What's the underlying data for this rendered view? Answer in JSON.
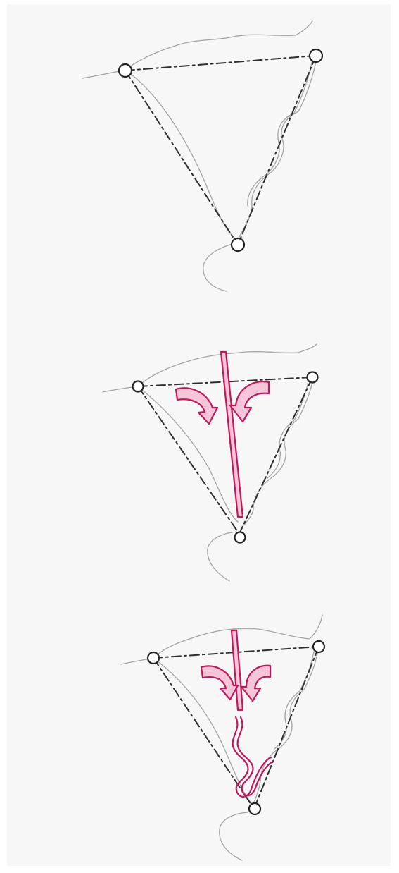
{
  "diagram": {
    "panel_count": 3,
    "colors": {
      "background": "#f7f7f7",
      "pencil_outline": "#a4a4a4",
      "dashed_triangle": "#2f2f2f",
      "vertex_marker": "#222222",
      "annotation": "#c2185b"
    },
    "panels": [
      {
        "id": "panel-1",
        "elements": [
          "outline",
          "dashed-triangle",
          "vertex-markers"
        ]
      },
      {
        "id": "panel-2",
        "elements": [
          "outline",
          "dashed-triangle",
          "vertex-markers",
          "straight-vertical-band",
          "inward-curved-arrows"
        ]
      },
      {
        "id": "panel-3",
        "elements": [
          "outline",
          "dashed-triangle",
          "vertex-markers",
          "short-vertical-band",
          "inward-curved-arrows",
          "wavy-band"
        ]
      }
    ]
  }
}
